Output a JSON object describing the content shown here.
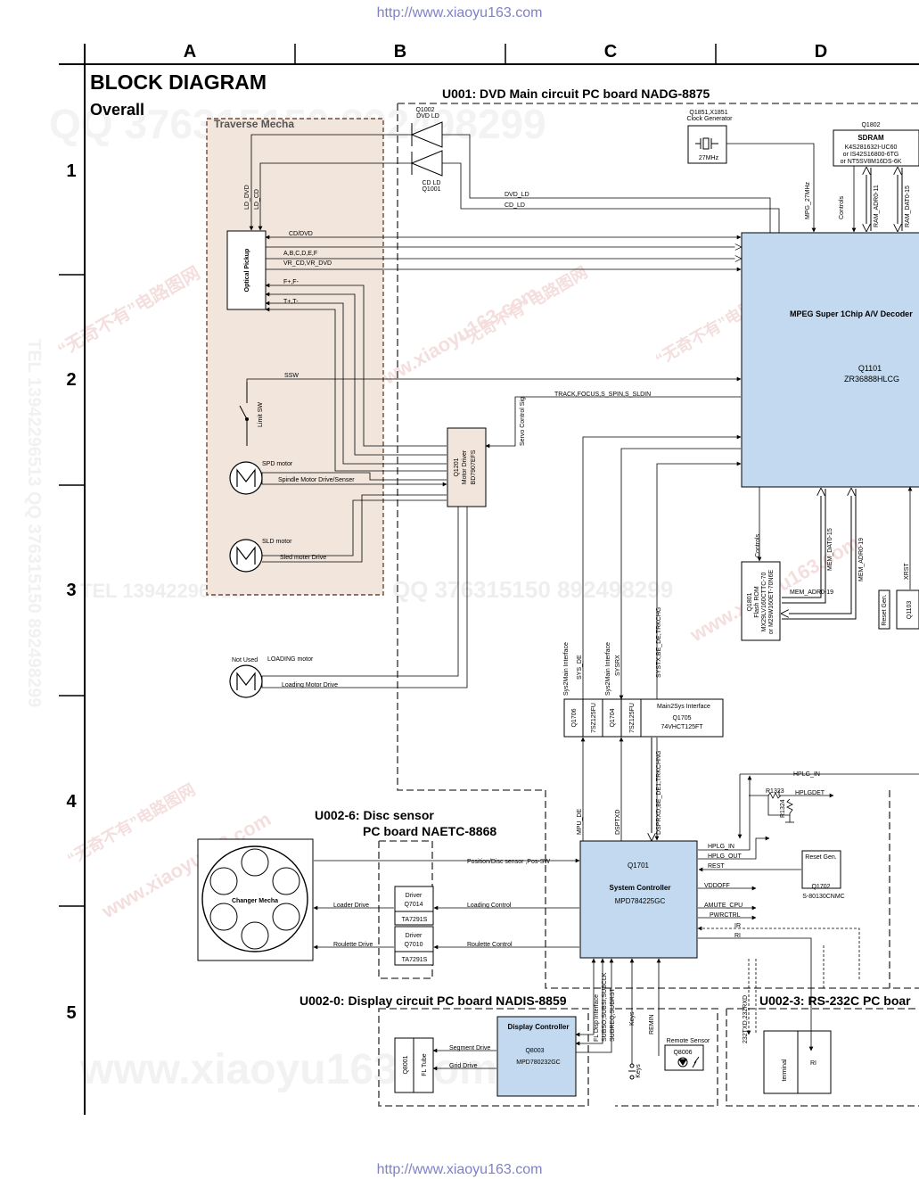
{
  "header_url": "http://www.xiaoyu163.com",
  "footer_url": "http://www.xiaoyu163.com",
  "title": "BLOCK DIAGRAM",
  "subtitle": "Overall",
  "columns": [
    "A",
    "B",
    "C",
    "D"
  ],
  "rows": [
    "1",
    "2",
    "3",
    "4",
    "5"
  ],
  "watermarks": {
    "w1": "QQ 376315150  892498299",
    "w2": "TEL 13942296513  QQ 376315150  892498299",
    "w3": "www.xiaoyu163.com",
    "w4": "“无奇不有”电路图网",
    "w5": "TEL 13942296513",
    "w6": "QQ 376315150  892498299",
    "w7": "www.xiaoyu163.com",
    "w8": "“无奇不有”电路图网",
    "w9": "www.xiaoyu163.com",
    "w10": "“无奇不有”电路图网",
    "w11": "www.xiaoyu163.com",
    "w12": "“无奇不有”电路图网"
  },
  "boards": {
    "main": "U001: DVD Main circuit PC board NADG-8875",
    "traverse": "Traverse Mecha",
    "disc_sensor_1": "U002-6: Disc sensor",
    "disc_sensor_2": "PC board NAETC-8868",
    "display": "U002-0: Display circuit PC board NADIS-8859",
    "rs232": "U002-3: RS-232C PC boar"
  },
  "components": {
    "dvd_ld_ref": "Q1002",
    "dvd_ld": "DVD LD",
    "cd_ld": "CD LD",
    "cd_ld_ref": "Q1001",
    "clock_ref": "Q1851,X1851",
    "clock_name": "Clock Generator",
    "clock_freq": "27MHz",
    "sdram_ref": "Q1802",
    "sdram_name": "SDRAM",
    "sdram_p1": "K4S281632I-UC60",
    "sdram_p2": "or IS42S16800-6TG",
    "sdram_p3": "or NT5SV8M16DS-6K",
    "mpeg_name": "MPEG Super 1Chip A/V Decoder",
    "mpeg_ref": "Q1101",
    "mpeg_part": "ZR36888HLCG",
    "pickup": "Optical Pickup",
    "limit_sw": "Limit SW",
    "spd_motor": "SPD motor",
    "sld_motor": "SLD motor",
    "not_used": "Not Used",
    "loading_motor": "LOADING motor",
    "motor_drv_ref": "Q1201",
    "motor_drv_name": "Motor Driver",
    "motor_drv_part": "BD7907EFS",
    "flash_ref": "Q1801",
    "flash_name": "Flash ROM",
    "flash_p1": "MX29LV160CTTC-70",
    "flash_p2": "or M29W160ET-70N6E",
    "reset_gen": "Reset Gen.",
    "q1103": "Q1103",
    "q1706": "Q1706",
    "q1706_part": "7SZ125FU",
    "q1704": "Q1704",
    "q1704_part": "7SZ125FU",
    "main2sys": "Main2Sys Interface",
    "q1705": "Q1705",
    "q1705_part": "74VHCT125FT",
    "syscon_ref": "Q1701",
    "syscon_name": "System Controller",
    "syscon_part": "MPD784225GC",
    "reset2_name": "Reset Gen.",
    "reset2_ref": "Q1702",
    "reset2_part": "S-80130CNMC",
    "changer": "Changer Mecha",
    "driver_a": "Driver",
    "driver_a_ref": "Q7014",
    "driver_a_part": "TA7291S",
    "driver_b": "Driver",
    "driver_b_ref": "Q7010",
    "driver_b_part": "TA7291S",
    "q8001": "Q8001",
    "fl_tube": "FL Tube",
    "disp_ctrl": "Display Controller",
    "q8003": "Q8003",
    "q8003_part": "MPD780232GC",
    "keys_sw": "Keys",
    "remote_sensor": "Remote Sensor",
    "q8006": "Q8006",
    "terminal": "terminal",
    "ri_box": "RI",
    "r1323": "R1323",
    "r1324": "R1324"
  },
  "signals": {
    "ld_dvd": "LD_DVD",
    "ld_cd": "LD_CD",
    "dvd_ld": "DVD_LD",
    "cd_ld": "CD_LD",
    "mpg_27": "MPG_27MHz",
    "controls": "Controls",
    "ram_adr": "RAM_ADR0-11",
    "ram_dat": "RAM_DAT0-15",
    "cd_dvd": "CD/DVD",
    "abcdef": "A,B,C,D,E,F",
    "vr": "VR_CD,VR_DVD",
    "focus": "F+,F-",
    "track": "T+,T-",
    "ssw": "SSW",
    "servo_ctrl": "Servo Control Sig",
    "track_focus": "TRACK,FOCUS,S_SPIN,S_SLDIN",
    "spindle_drive": "Spindle Motor Drive/Senser",
    "sled_drive": "Sled moter Drive",
    "loading_drive": "Loading Motor Drive",
    "controls2": "Controls",
    "mem_dat": "MEM_DAT0-15",
    "mem_adr_v": "MEM_ADR0-19",
    "mem_adr_h": "MEM_ADR0-19",
    "xrst": "XRST",
    "sys2main_1": "Sys2Main Interface",
    "sys_de": "SYS_DE",
    "sys2main_2": "Sys2Main Interface",
    "sysrx": "SYSRX",
    "systx": "SYSTX,BE_DE,TRKCHG",
    "mpu_de": "MPU_DE",
    "dsptxd": "DSPTXD",
    "dsprxd": "DSPRXD,BE_DE1,TRKCHNG",
    "hplg_in": "HPLG_IN",
    "hplgdet": "HPLGDET",
    "hplg_in2": "HPLG_IN",
    "hplg_out": "HPLG_OUT",
    "rest": "REST",
    "vddoff": "VDDOFF",
    "amute": "AMUTE_CPU",
    "pwrctrl": "PWRCTRL",
    "ir": "IR",
    "ri": "RI",
    "pos_disc": "Position/Disc sensor ,Pos-SW",
    "loader_drive": "Loader Drive",
    "loading_ctrl": "Loading Control",
    "roulette_drive": "Roulette Drive",
    "roulette_ctrl": "Roulette Control",
    "segment_drive": "Segment Drive",
    "grid_drive": "Grid Drive",
    "fl_disp": "FL Disp Interface",
    "subso": "SUBSO,SUBSI,SUBCLK",
    "subreq": "SUBREQ,SUBRST",
    "keys": "Keys",
    "remin": "REMIN",
    "rs_232": "232TXD,232RXD"
  }
}
